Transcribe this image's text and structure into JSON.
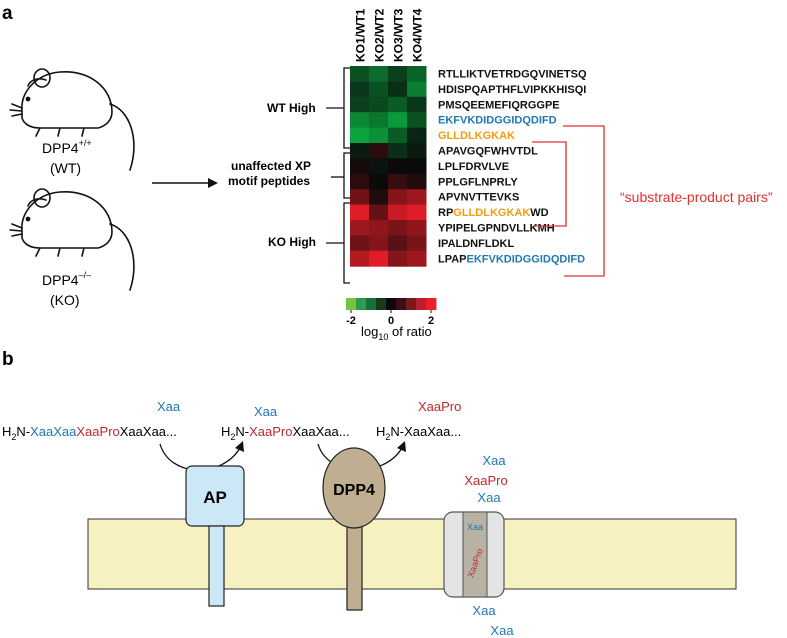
{
  "panel_a": {
    "label": "a",
    "mouse_wt": {
      "genotype": "DPP4",
      "sup": "+/+",
      "abbr": "(WT)"
    },
    "mouse_ko": {
      "genotype": "DPP4",
      "sup": "–/–",
      "abbr": "(KO)"
    },
    "columns": [
      "KO1/WT1",
      "KO2/WT2",
      "KO3/WT3",
      "KO4/WT4"
    ],
    "groups": [
      {
        "label": "WT High"
      },
      {
        "label_lines": [
          "unaffected XP",
          "motif peptides"
        ]
      },
      {
        "label": "KO High"
      }
    ],
    "peptides": [
      {
        "parts": [
          {
            "t": "RTLLIKTVETRDGQVINETSQ",
            "c": "#111111"
          }
        ]
      },
      {
        "parts": [
          {
            "t": "HDISPQAPTHFLVIPKKHISQI",
            "c": "#111111"
          }
        ]
      },
      {
        "parts": [
          {
            "t": "PMSQEEMEFIQRGGPE",
            "c": "#111111"
          }
        ]
      },
      {
        "parts": [
          {
            "t": "EKFVKDIDGGIDQDIFD",
            "c": "#1f78b4"
          }
        ]
      },
      {
        "parts": [
          {
            "t": "GLLDLKGKAK",
            "c": "#f39c12"
          }
        ]
      },
      {
        "parts": [
          {
            "t": "APAVGQFWHVTDL",
            "c": "#111111"
          }
        ]
      },
      {
        "parts": [
          {
            "t": "LPLFDRVLVE",
            "c": "#111111"
          }
        ]
      },
      {
        "parts": [
          {
            "t": "PPLGFLNPRLY",
            "c": "#111111"
          }
        ]
      },
      {
        "parts": [
          {
            "t": "APVNVTTEVKS",
            "c": "#111111"
          }
        ]
      },
      {
        "parts": [
          {
            "t": "RP",
            "c": "#111111"
          },
          {
            "t": "GLLDLKGKAK",
            "c": "#f39c12"
          },
          {
            "t": "WD",
            "c": "#111111"
          }
        ]
      },
      {
        "parts": [
          {
            "t": "YPIPELGPNDVLLKMH",
            "c": "#111111"
          }
        ]
      },
      {
        "parts": [
          {
            "t": "IPALDNFLDKL",
            "c": "#111111"
          }
        ]
      },
      {
        "parts": [
          {
            "t": "LPAP",
            "c": "#111111"
          },
          {
            "t": "EKFVKDIDGGIDQDIFD",
            "c": "#1f78b4"
          }
        ]
      }
    ],
    "pairs_label": "“substrate-product pairs”",
    "colorbar": {
      "ticks": [
        "-2",
        "0",
        "2"
      ],
      "label_prefix": "log",
      "label_sub": "10",
      "label_suffix": " of ratio",
      "colors": [
        "#7dc142",
        "#2e9b4a",
        "#1a6b35",
        "#173b22",
        "#0a0a0a",
        "#3a1012",
        "#7a1a1e",
        "#b8202a",
        "#e8202a"
      ]
    }
  },
  "chart_data": {
    "type": "heatmap",
    "columns": [
      "KO1/WT1",
      "KO2/WT2",
      "KO3/WT3",
      "KO4/WT4"
    ],
    "rows": [
      "RTLLIKTVETRDGQVINETSQ",
      "HDISPQAPTHFLVIPKKHISQI",
      "PMSQEEMEFIQRGGPE",
      "EKFVKDIDGGIDQDIFD",
      "GLLDLKGKAK",
      "APAVGQFWHVTDL",
      "LPLFDRVLVE",
      "PPLGFLNPRLY",
      "APVNVTTEVKS",
      "RPGLLDLKGKAKWD",
      "YPIPELGPNDVLLKMH",
      "IPALDNFLDKL",
      "LPAPEKFVKDIDGGIDQDIFD"
    ],
    "values": [
      [
        -0.8,
        -1.1,
        -0.6,
        -1.0
      ],
      [
        -0.5,
        -0.8,
        -0.4,
        -1.3
      ],
      [
        -0.6,
        -0.7,
        -0.9,
        -0.5
      ],
      [
        -1.4,
        -1.2,
        -1.6,
        -0.8
      ],
      [
        -1.7,
        -1.5,
        -0.9,
        -0.3
      ],
      [
        -0.2,
        0.3,
        -0.4,
        -0.2
      ],
      [
        0.1,
        -0.1,
        0.0,
        0.0
      ],
      [
        0.3,
        0.0,
        0.4,
        0.2
      ],
      [
        0.9,
        0.2,
        1.1,
        1.3
      ],
      [
        1.9,
        0.8,
        1.7,
        1.9
      ],
      [
        1.3,
        1.2,
        1.0,
        1.2
      ],
      [
        0.9,
        1.1,
        0.7,
        1.0
      ],
      [
        1.5,
        1.9,
        1.1,
        1.3
      ]
    ],
    "colorbar_range": [
      -2,
      2
    ]
  },
  "panel_b": {
    "label": "b",
    "ap_label": "AP",
    "dpp4_label": "DPP4",
    "seq1": {
      "h": "H",
      "sub": "2",
      "n": "N-",
      "p1": "XaaXaa",
      "p2": "XaaPro",
      "p3": "XaaXaa..."
    },
    "seq2": {
      "h": "H",
      "sub": "2",
      "n": "N-",
      "p2": "XaaPro",
      "p3": "XaaXaa..."
    },
    "seq3": {
      "h": "H",
      "sub": "2",
      "n": "N-",
      "p3": "XaaXaa..."
    },
    "released_1": "Xaa",
    "released_2": "Xaa",
    "released_3": "XaaPro",
    "transporter_above": [
      "Xaa",
      "XaaPro",
      "Xaa"
    ],
    "transporter_inner": [
      "Xaa",
      "XaaPro"
    ],
    "transporter_below": [
      "Xaa",
      "Xaa"
    ],
    "colors": {
      "blue": "#1f78b4",
      "red": "#c0282d",
      "orange": "#f39c12",
      "membrane": "#f7f0c0",
      "ap": "#cce8f7",
      "dpp4": "#bfae8f"
    }
  }
}
